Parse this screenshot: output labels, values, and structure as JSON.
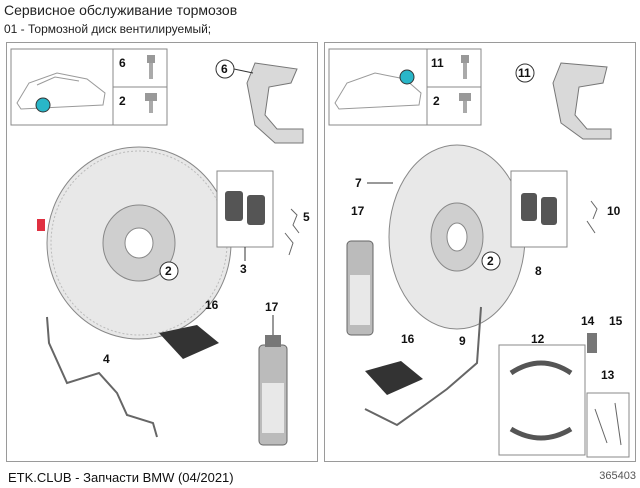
{
  "header": {
    "title": "Сервисное обслуживание тормозов",
    "subtitle": "01 - Тормозной диск вентилируемый;"
  },
  "left": {
    "box_small": [
      "6",
      "2"
    ],
    "callouts": [
      "6",
      "5",
      "3",
      "2",
      "16",
      "17",
      "4"
    ]
  },
  "right": {
    "box_small": [
      "11",
      "2"
    ],
    "callouts": [
      "11",
      "7",
      "10",
      "8",
      "2",
      "17",
      "16",
      "9",
      "12",
      "14",
      "15",
      "13"
    ]
  },
  "footer": {
    "source": "ETK.CLUB - Запчасти BMW (04/2021)",
    "image_id": "365403"
  },
  "colors": {
    "accent": "#29b6c8",
    "marker": "#e03040"
  }
}
